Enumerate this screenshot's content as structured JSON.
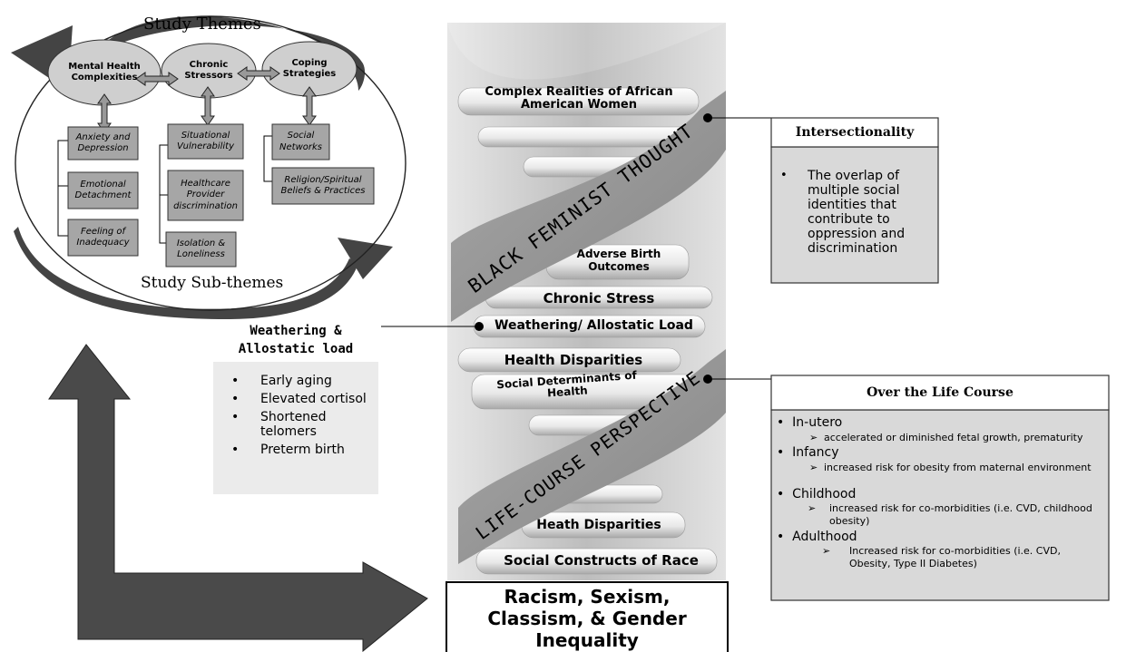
{
  "study": {
    "title": "Study Themes",
    "footer": "Study Sub-themes",
    "themes": [
      "Mental Health Complexities",
      "Chronic Stressors",
      "Coping Strategies"
    ],
    "subthemes": {
      "mental_health": [
        "Anxiety and Depression",
        "Emotional Detachment",
        "Feeling of Inadequacy"
      ],
      "chronic_stressors": [
        "Situational Vulnerability",
        "Healthcare Provider discrimination",
        "Isolation & Loneliness"
      ],
      "coping": [
        "Social Networks",
        "Religion/Spiritual Beliefs & Practices"
      ]
    }
  },
  "helix": {
    "band_top": "BLACK FEMINIST THOUGHT",
    "band_bottom": "LIFE-COURSE PERSPECTIVE",
    "rungs": [
      "Complex Realities of African American Women",
      "Adverse Birth Outcomes",
      "Chronic Stress",
      "Weathering/ Allostatic Load",
      "Health Disparities",
      "Social Determinants of Health",
      "Heath Disparities",
      "Social Constructs of Race"
    ],
    "base": "Racism, Sexism, Classism, & Gender Inequality"
  },
  "weathering": {
    "title": "Weathering & Allostatic load",
    "items": [
      "Early aging",
      "Elevated cortisol",
      "Shortened telomers",
      "Preterm birth"
    ]
  },
  "intersectionality": {
    "title": "Intersectionality",
    "text": "The overlap of multiple social identities that contribute to oppression and discrimination"
  },
  "life_course": {
    "title": "Over the Life Course",
    "stages": [
      {
        "label": "In-utero",
        "detail": "accelerated or diminished fetal growth, prematurity"
      },
      {
        "label": "Infancy",
        "detail": "increased risk for obesity from maternal environment"
      },
      {
        "label": "Childhood",
        "detail": "increased risk for co-morbidities (i.e. CVD, childhood obesity)"
      },
      {
        "label": "Adulthood",
        "detail": "Increased risk for co-morbidities (i.e. CVD, Obesity, Type II Diabetes)"
      }
    ]
  }
}
